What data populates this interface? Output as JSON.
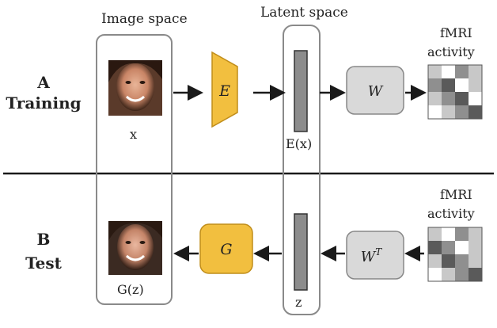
{
  "headers": {
    "image_space": "Image space",
    "latent_space": "Latent space"
  },
  "rows": {
    "training": {
      "letter": "A",
      "name": "Training"
    },
    "test": {
      "letter": "B",
      "name": "Test"
    }
  },
  "nodes": {
    "encoder": "E",
    "decoder": "G",
    "weights": "W",
    "weights_transpose": "W",
    "weights_transpose_sup": "T"
  },
  "captions": {
    "input_face": "x",
    "latent_train": "E(x)",
    "latent_test": "z",
    "output_face": "G(z)",
    "fmri_train": [
      "fMRI",
      "activity"
    ],
    "fmri_test": [
      "fMRI",
      "activity"
    ]
  },
  "colors": {
    "yellow": "#f2bf3f",
    "gray_box": "#d9d9d9",
    "latent_bar": "#8c8c8c",
    "dark": "#1a1a1a"
  },
  "fmri_train_grid": [
    [
      1,
      0,
      2,
      1
    ],
    [
      2,
      3,
      0,
      1
    ],
    [
      1,
      2,
      3,
      0
    ],
    [
      0,
      1,
      2,
      3
    ]
  ],
  "fmri_test_grid": [
    [
      1,
      0,
      2,
      1
    ],
    [
      3,
      2,
      0,
      1
    ],
    [
      1,
      3,
      2,
      1
    ],
    [
      0,
      1,
      2,
      3
    ]
  ]
}
